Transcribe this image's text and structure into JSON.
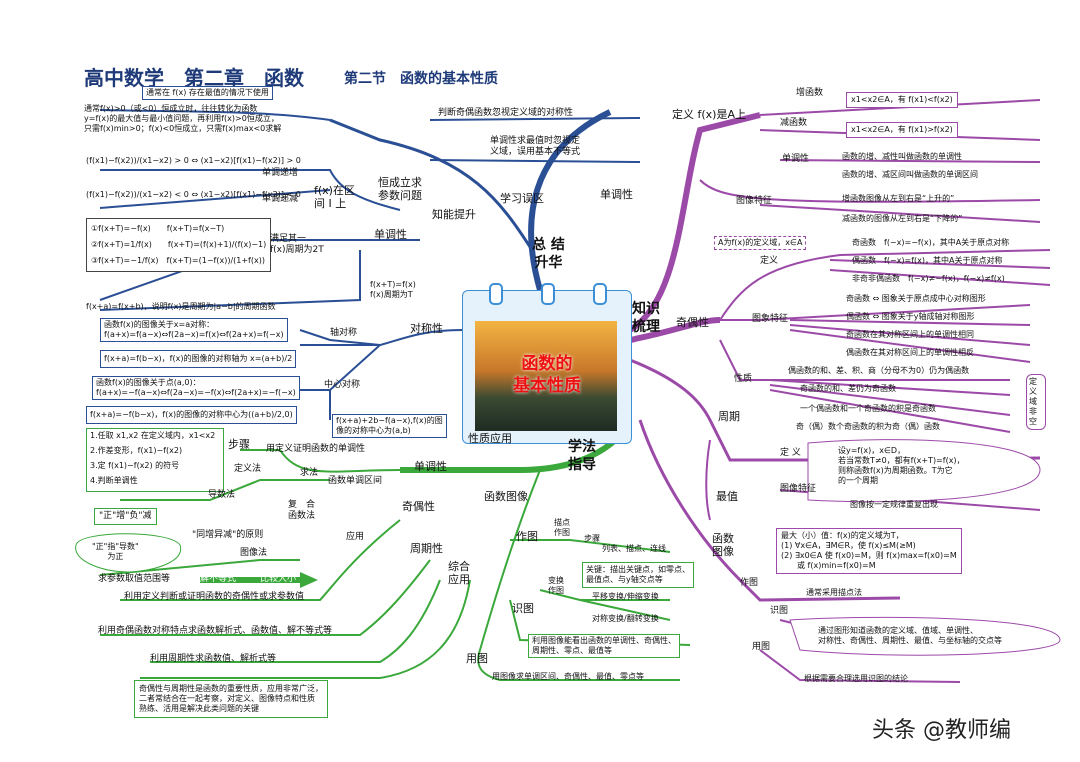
{
  "header": {
    "title": "高中数学　第二章　函数",
    "subtitle": "第二节　函数的基本性质"
  },
  "center": {
    "label": "函数的\n基本性质"
  },
  "hubs": {
    "summary": "总 结\n升华",
    "knowledge": "知识\n梳理",
    "method": "学法\n指导"
  },
  "summary": {
    "learning_pitfalls": "学习误区",
    "pitfall1": "判断奇偶函数忽视定义域的对称性",
    "pitfall2": "单调性求最值时忽视定\n义域，误用基本不等式",
    "knowledge_up": "知能提升",
    "constant_hold": "恒成立求\n参数问题",
    "constant_box": "通常在 f(x) 存在最值的情况下使用",
    "constant_text": "通常f(x)>0（或<0）恒成立时，往往转化为函数\ny=f(x)的最大值与最小值问题，再利用f(x)>0恒成立，\n只需f(x)min>0；f(x)<0恒成立，只需f(x)max<0求解",
    "monotonic": "单调性",
    "inc_formula": "(f(x1)−f(x2))/(x1−x2) > 0 ⇔ (x1−x2)[f(x1)−f(x2)] > 0",
    "inc_label": "单调递增",
    "dec_formula": "(f(x1)−f(x2))/(x1−x2) < 0 ⇔ (x1−x2)[f(x1)−f(x2)] < 0",
    "dec_label": "单调递减",
    "interval": "f(x)在区\n间 I 上",
    "period_box": "①f(x+T)=−f(x)　　f(x+T)=f(x−T)\n②f(x+T)=1/f(x)　　f(x+T)=(f(x)+1)/(f(x)−1)\n③f(x+T)=−1/f(x)　f(x+T)=(1−f(x))/(1+f(x))",
    "period_label": "满足其一\nf(x)周期为2T",
    "period_ab": "f(x+a)=f(x+b)，说明f(x)是周期为|a−b|的周期函数",
    "period_T": "f(x+T)=f(x)\nf(x)周期为T",
    "symmetry": "对称性",
    "axis": "轴对称",
    "axis_box1": "函数f(x)的图像关于x=a对称：\nf(a+x)=f(a−x)⇔f(2a−x)=f(x)⇔f(2a+x)=f(−x)",
    "axis_box2": "f(x+a)=f(b−x)，f(x)的图像的对称轴为 x=(a+b)/2",
    "center_sym": "中心对称",
    "center_box1": "函数f(x)的图像关于点(a,0)：\nf(a+x)=−f(a−x)⇔f(2a−x)=−f(x)⇔f(2a+x)=−f(−x)",
    "center_box2": "f(x+a)=−f(b−x)，f(x)的图像的对称中心为((a+b)/2,0)",
    "center_box3": "f(x+a)+2b−f(a−x),f(x)的图\n像的对称中心为(a,b)"
  },
  "method": {
    "property_app": "性质应用",
    "monotonic": "单调性",
    "steps": "步骤",
    "step_list": [
      "1.任取 x1,x2 在定义域内，x1<x2",
      "2.作差变形，f(x1)−f(x2)",
      "3.定 f(x1)−f(x2) 的符号",
      "4.判断单调性"
    ],
    "prove": "用定义证明函数的单调性",
    "def_method": "定义法",
    "find": "求法",
    "interval": "函数单调区间",
    "derivative": "导数法",
    "composite": "复　合\n函数法",
    "rule_box": "\"正\"增\"负\"减",
    "same_inc": "\"同增异减\"的原则",
    "graph_method": "图像法",
    "deriv_bubble": "\"正\"指\"导数\"\n为正",
    "range_param": "求参数取值范围等",
    "inequality": "解不等式",
    "compare": "比较大小",
    "parity": "奇偶性",
    "apply": "应用",
    "parity_use": "利用定义判断或证明函数的奇偶性或求参数值",
    "period": "周期性",
    "period_use": "利用周期性求函数值、解析式等",
    "odd_axis_use": "利用奇偶函数对称特点求函数解析式、函数值、解不等式等",
    "comprehensive": "综合\n应用",
    "comp_box": "奇偶性与周期性是函数的重要性质，应用非常广泛，\n二者常结合在一起考察，对定义、图像特点和性质\n熟练、活用是解决此类问题的关键",
    "graph": "函数图像",
    "draw": "作图",
    "trace": "描点\n作图",
    "steps2": "步骤",
    "steps2_text": "列表、描点、连线",
    "key_box": "关键：描出关键点，如零点、\n最值点、与y轴交点等",
    "transform": "变换\n作图",
    "translate": "平移变换/伸缩变换",
    "sym_trans": "对称变换/翻转变换",
    "recognize": "识图",
    "recog_box": "利用图像能看出函数的单调性、奇偶性、\n周期性、零点、最值等",
    "use": "用图",
    "use_text": "用图像求单调区间、奇偶性、最值、零点等"
  },
  "knowledge": {
    "monotonic": "单调性",
    "def": "定义 f(x)是A上",
    "inc": "增函数",
    "inc_box": "x1<x2∈A，有 f(x1)<f(x2)",
    "dec": "减函数",
    "dec_box": "x1<x2∈A，有 f(x1)>f(x2)",
    "mono": "单调性",
    "mono1": "函数的增、减性叫做函数的单调性",
    "mono2": "函数的增、减区间叫做函数的单调区间",
    "graph_feature": "图像特征",
    "gf1": "增函数图像从左到右是“上升的”",
    "gf2": "减函数的图像从左到右是“下降的”",
    "parity": "奇偶性",
    "domain_note": "A为f(x)的定义域，x∈A",
    "def2": "定义",
    "odd": "奇函数　f(−x)=−f(x)，其中A关于原点对称",
    "even": "偶函数　f(−x)=f(x)，其中A关于原点对称",
    "neither": "非奇非偶函数　f(−x)≠−f(x)，f(−x)≠f(x)",
    "graph_feature2": "图象特征",
    "pf1": "奇函数 ⇔ 图象关于原点成中心对称图形",
    "pf2": "偶函数 ⇔ 图象关于y轴成轴对称图形",
    "pf3": "奇函数在其对称区间上的单调性相同",
    "pf4": "偶函数在其对称区间上的单调性相反",
    "props": "性质",
    "pp1": "偶函数的和、差、积、商（分母不为0）仍为偶函数",
    "pp2": "奇函数的和、差仍为奇函数",
    "pp3": "一个偶函数和一个奇函数的积是奇函数",
    "pp4": "奇（偶）数个奇函数的积为奇（偶）函数",
    "domain_sym": "定义域非空",
    "period": "周期",
    "def3": "定 义",
    "period_def": "设y=f(x)，x∈D，\n若当常数T≠0，都有f(x+T)=f(x)，\n则称函数f(x)为周期函数。T为它\n的一个周期",
    "graph_feature3": "图像特征",
    "period_gf": "图像按一定规律重复出现",
    "extreme": "最值",
    "extreme_box": "最大（小）值：f(x)的定义域为T，\n(1) ∀x∈A，∃M∈R，使 f(x)≤M(≥M)\n(2) ∃x0∈A 使 f(x0)=M，则 f(x)max=f(x0)=M\n　　或 f(x)min=f(x0)=M",
    "func_graph": "函数\n图像",
    "draw": "作图",
    "draw_text": "通常采用描点法",
    "recog": "识图",
    "recog_box": "通过图形知道函数的定义域、值域、单调性、\n对称性、奇偶性、周期性、最值、与坐标轴的交点等",
    "use": "用图",
    "use_text": "根据需要合理选用识图的结论"
  },
  "watermark": "头条 @教师编",
  "colors": {
    "summary": "#2a4f95",
    "method": "#3aa83a",
    "knowledge": "#9c4aa8",
    "title": "#1e3a78"
  }
}
